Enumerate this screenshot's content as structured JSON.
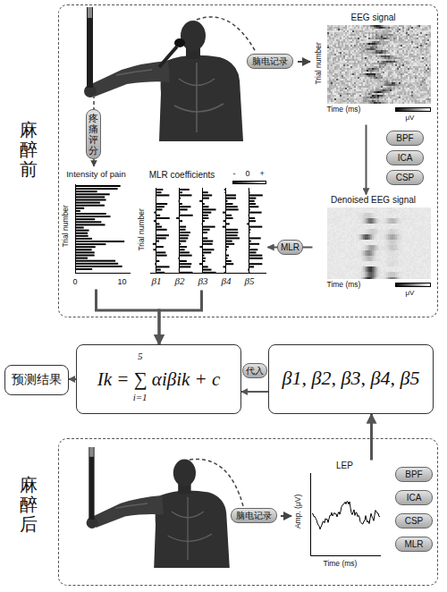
{
  "diagram": {
    "nodes": [
      {
        "text": [
          "麻醉前"
        ]
      },
      {
        "text": [
          "EEG signal",
          "Trial number",
          "Time (ms)",
          "μV"
        ],
        "in": 0
      },
      {
        "text": [
          "Denoised EEG signal",
          "Time (ms)",
          "μV"
        ],
        "in": 0
      },
      {
        "text": [
          "MLR coefficients",
          "Trial number",
          "β1",
          "β2",
          "β3",
          "β4",
          "β5",
          "-",
          "0",
          "+"
        ],
        "in": 0
      },
      {
        "text": [
          "Intensity of pain",
          "Trial number",
          "0",
          "10"
        ],
        "in": 0
      },
      {
        "text": [
          "Ik = ∑ αiβik + c",
          "5",
          "i=1"
        ]
      },
      {
        "text": [
          "β1, β2, β3, β4, β5"
        ]
      },
      {
        "text": [
          "预测结果"
        ]
      },
      {
        "text": [
          "麻醉后"
        ]
      },
      {
        "text": [
          "LEP",
          "Amp. (μV)",
          "Time (ms)"
        ],
        "in": 8
      }
    ],
    "edges": [
      {
        "from": 1,
        "to": 2,
        "arrow": "to"
      },
      {
        "from": 2,
        "to": 3,
        "label": "MLR",
        "arrow": "to"
      },
      {
        "from": 4,
        "to": 5,
        "arrow": "to"
      },
      {
        "from": 3,
        "to": 5,
        "arrow": "to"
      },
      {
        "from": 6,
        "to": 5,
        "label": "代入",
        "arrow": "to"
      },
      {
        "from": 5,
        "to": 7,
        "arrow": "to"
      },
      {
        "from": 9,
        "to": 6,
        "arrow": "to"
      }
    ],
    "labels": [
      "脑电记录",
      "疼痛评分",
      "BPF",
      "ICA",
      "CSP",
      "脑电记录",
      "BPF",
      "ICA",
      "CSP",
      "MLR"
    ]
  }
}
